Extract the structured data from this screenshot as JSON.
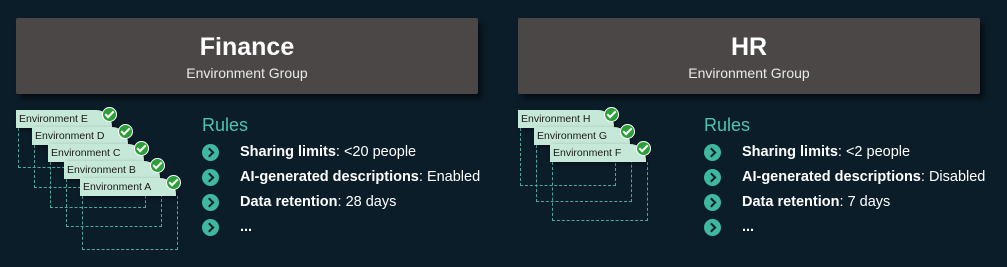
{
  "groups": [
    {
      "title": "Finance",
      "subtitle": "Environment Group",
      "environments": [
        "Environment E",
        "Environment D",
        "Environment C",
        "Environment B",
        "Environment A"
      ],
      "rules_title": "Rules",
      "rules": [
        {
          "name": "Sharing limits",
          "value": "<20 people"
        },
        {
          "name": "AI-generated descriptions",
          "value": "Enabled"
        },
        {
          "name": "Data retention",
          "value": "28 days"
        },
        {
          "name": "...",
          "value": ""
        }
      ]
    },
    {
      "title": "HR",
      "subtitle": "Environment Group",
      "environments": [
        "Environment H",
        "Environment G",
        "Environment F"
      ],
      "rules_title": "Rules",
      "rules": [
        {
          "name": "Sharing limits",
          "value": "<2 people"
        },
        {
          "name": "AI-generated descriptions",
          "value": "Disabled"
        },
        {
          "name": "Data retention",
          "value": "7 days"
        },
        {
          "name": "...",
          "value": ""
        }
      ]
    }
  ],
  "colors": {
    "background": "#0c1d2a",
    "header": "#4b4747",
    "card": "#c6e8d8",
    "accent": "#4fc3ad",
    "check": "#2e9e3a"
  },
  "icons": {
    "rule_bullet": "chevron-right-circle-icon",
    "env_status": "checkmark-circle-icon"
  }
}
